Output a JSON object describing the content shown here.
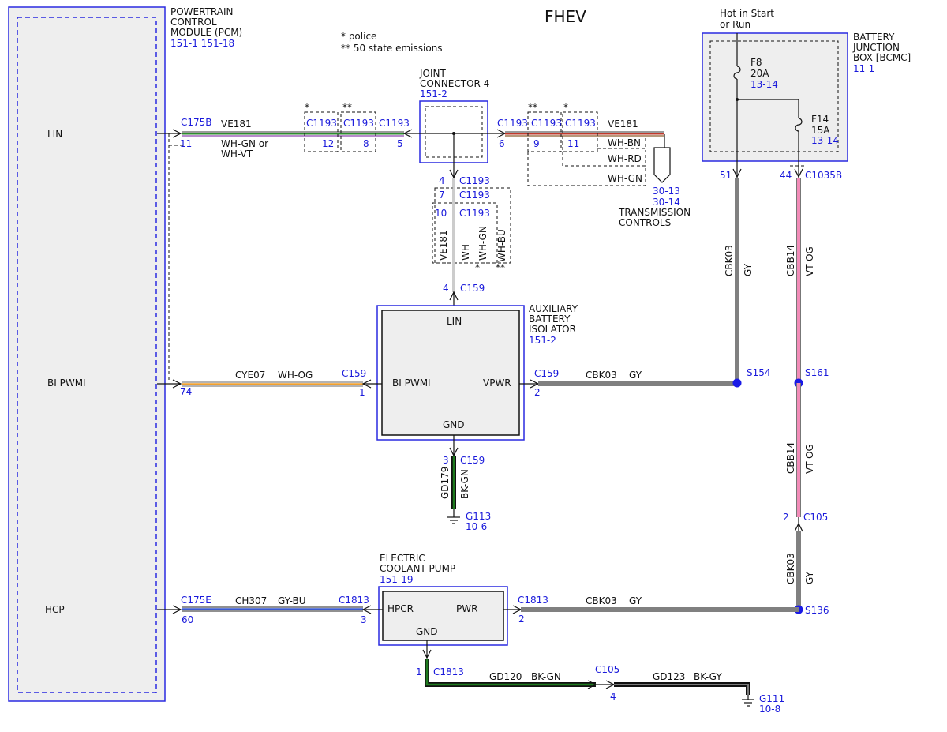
{
  "diagram": {
    "title": "FHEV",
    "legend": [
      "*  police",
      "** 50 state emissions"
    ],
    "pcm": {
      "name_lines": [
        "POWERTRAIN",
        "CONTROL",
        "MODULE (PCM)"
      ],
      "refs": "151-1   151-18",
      "pins": {
        "lin": "LIN",
        "bi_pwmi": "BI PWMI",
        "hcp": "HCP"
      }
    },
    "joint_connector": {
      "name_lines": [
        "JOINT",
        "CONNECTOR 4"
      ],
      "ref": "151-2"
    },
    "bjb": {
      "hot_lines": [
        "Hot in Start",
        "or Run"
      ],
      "name_lines": [
        "BATTERY",
        "JUNCTION",
        "BOX [BCMC]"
      ],
      "ref": "11-1",
      "f8": {
        "name": "F8",
        "rating": "20A",
        "ref": "13-14"
      },
      "f14": {
        "name": "F14",
        "rating": "15A",
        "ref": "13-14"
      }
    },
    "abi": {
      "name_lines": [
        "AUXILIARY",
        "BATTERY",
        "ISOLATOR"
      ],
      "ref": "151-2",
      "lin": "LIN",
      "bi_pwmi": "BI PWMI",
      "vpwr": "VPWR",
      "gnd": "GND"
    },
    "ecp": {
      "name_lines": [
        "ELECTRIC",
        "COOLANT PUMP"
      ],
      "ref": "151-19",
      "hpcr": "HPCR",
      "pwr": "PWR",
      "gnd": "GND"
    },
    "transmission": {
      "refs": [
        "30-13",
        "30-14"
      ],
      "name_lines": [
        "TRANSMISSION",
        "CONTROLS"
      ]
    },
    "circuits": {
      "ve181": "VE181",
      "wh_gn_or": "WH-GN  or",
      "wh_vt": "WH-VT",
      "wh_bn": "WH-BN",
      "wh_rd": "WH-RD",
      "wh_gn": "WH-GN",
      "wh": "WH",
      "wh_bu": "WH-BU",
      "cye07": "CYE07",
      "wh_og": "WH-OG",
      "cbk03": "CBK03",
      "gy": "GY",
      "cbb14": "CBB14",
      "vt_og": "VT-OG",
      "gd179": "GD179",
      "bk_gn": "BK-GN",
      "ch307": "CH307",
      "gy_bu": "GY-BU",
      "gd120": "GD120",
      "gd123": "GD123",
      "bk_gy": "BK-GY"
    },
    "connectors": {
      "c175b": "C175B",
      "c175e": "C175E",
      "c1193": "C1193",
      "c159": "C159",
      "c1813": "C1813",
      "c105": "C105",
      "c1035b": "C1035B"
    },
    "pins": {
      "p11": "11",
      "p12": "12",
      "p8": "8",
      "p5": "5",
      "p6": "6",
      "p9": "9",
      "p4": "4",
      "p7": "7",
      "p10": "10",
      "p74": "74",
      "p1": "1",
      "p2": "2",
      "p3": "3",
      "p60": "60",
      "p51": "51",
      "p44": "44"
    },
    "splices": {
      "s154": "S154",
      "s161": "S161",
      "s136": "S136"
    },
    "grounds": {
      "g113": "G113",
      "g113_ref": "10-6",
      "g111": "G111",
      "g111_ref": "10-8"
    },
    "marks": {
      "star": "*",
      "dstar": "**"
    }
  }
}
